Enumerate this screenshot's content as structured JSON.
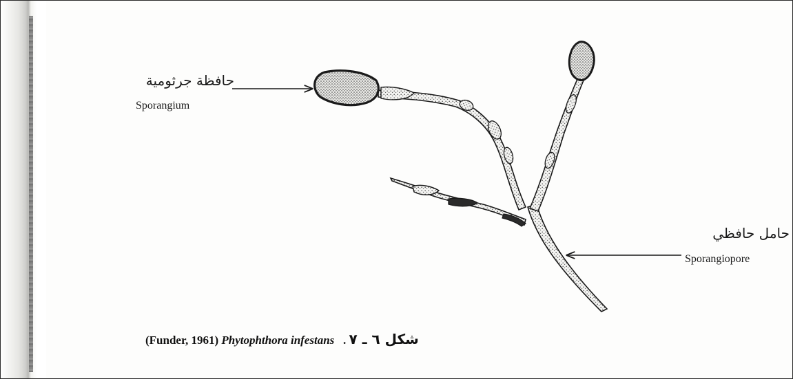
{
  "labels": {
    "sporangium_ar": "حافظة جرثومية",
    "sporangium_en": "Sporangium",
    "sporangiophore_ar": "حامل حافظي",
    "sporangiophore_en": "Sporangiopore"
  },
  "caption": {
    "citation": "(Funder, 1961)",
    "species": "Phytophthora infestans",
    "separator": ".",
    "figure_ar": "شكل ٦ ـ ٧"
  },
  "colors": {
    "ink": "#1a1a1a",
    "stipple": "#555555"
  }
}
